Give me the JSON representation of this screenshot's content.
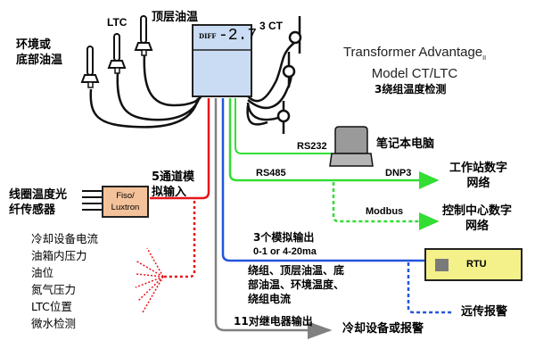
{
  "title": {
    "line1": "Transformer Advantage",
    "subscript": "II",
    "line2": "Model CT/LTC",
    "cn": "3绕组温度检测"
  },
  "device": {
    "display_mode": "DIFF",
    "display_value": "-2.7"
  },
  "sensors": {
    "ambient": [
      "环境或",
      "底部油温"
    ],
    "ltc": "LTC",
    "top_oil": "顶层油温",
    "ct": "3 CT"
  },
  "fiber": {
    "label": [
      "线圈温度光",
      "纤传感器"
    ],
    "box": [
      "Fiso/",
      "Luxtron"
    ],
    "input_label": [
      "5通道模",
      "拟输入"
    ]
  },
  "other_inputs": [
    "冷却设备电流",
    "油箱内压力",
    "油位",
    "氮气压力",
    "LTC位置",
    "微水检测"
  ],
  "comms": {
    "rs232": "RS232",
    "laptop": "笔记本电脑",
    "rs485": "RS485",
    "dnp3": "DNP3",
    "workstation": [
      "工作站数字",
      "网络"
    ],
    "modbus": "Modbus",
    "control_center": [
      "控制中心数字",
      "网络"
    ]
  },
  "analog_out": {
    "label": "3个模拟输出",
    "range": "0-1 or 4-20ma",
    "desc": [
      "绕组、顶层油温、底",
      "部油温、环境温度、",
      "绕组电流"
    ]
  },
  "rtu": {
    "label": "RTU",
    "remote_alarm": "远传报警"
  },
  "relay": {
    "label": "11对继电器输出",
    "target": "冷却设备或报警"
  },
  "colors": {
    "analog_input": "#e8141b",
    "relay": "#808080",
    "analog_output": "#2255dd",
    "comm": "#33dd33",
    "device_body": "#c9dcf3",
    "fiso_box": "#f4c29a",
    "rtu_box": "#f4f08a"
  }
}
